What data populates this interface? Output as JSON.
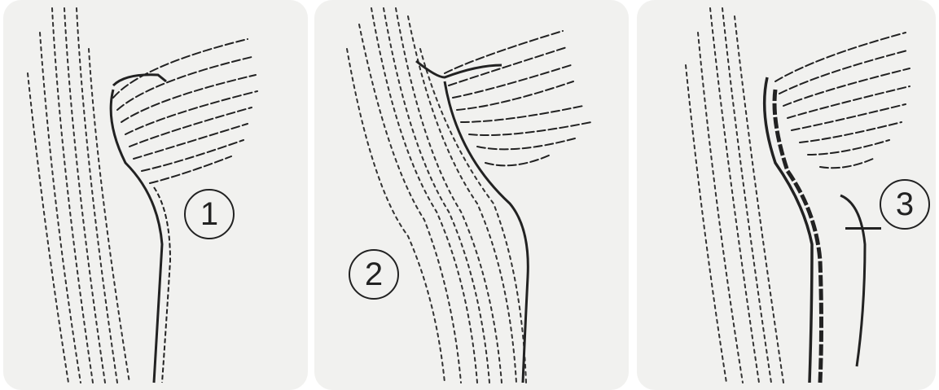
{
  "figure": {
    "panels": [
      {
        "id": "panel-1",
        "label": "1"
      },
      {
        "id": "panel-2",
        "label": "2"
      },
      {
        "id": "panel-3",
        "label": "3"
      }
    ]
  },
  "colors": {
    "ink": "#222222",
    "paper": "#f1f1ef"
  }
}
